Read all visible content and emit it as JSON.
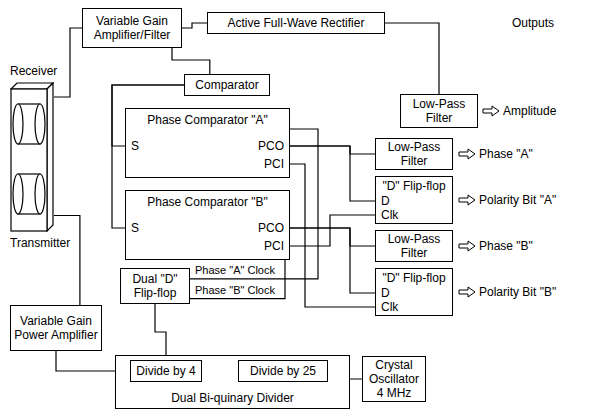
{
  "diagram": {
    "nodes": [
      {
        "text": [
          "Receiver",
          "Transmitter"
        ]
      },
      {
        "text": [
          "Variable Gain Amplifier/Filter"
        ]
      },
      {
        "text": [
          "Active Full-Wave Rectifier"
        ]
      },
      {
        "text": [
          "Comparator"
        ]
      },
      {
        "text": [
          "Phase Comparator \"A\"",
          "S",
          "PCO",
          "PCI"
        ]
      },
      {
        "text": [
          "Low-Pass Filter"
        ]
      },
      {
        "text": [
          "Low-Pass Filter"
        ]
      },
      {
        "text": [
          "\"D\" Flip-flop",
          "D",
          "Clk"
        ]
      },
      {
        "text": [
          "Phase Comparator \"B\"",
          "S",
          "PCO",
          "PCI"
        ]
      },
      {
        "text": [
          "Low-Pass Filter"
        ]
      },
      {
        "text": [
          "\"D\" Flip-flop",
          "D",
          "Clk"
        ]
      },
      {
        "text": [
          "Dual \"D\" Flip-flop"
        ]
      },
      {
        "text": [
          "Variable Gain Power Amplifier"
        ]
      },
      {
        "text": [
          "Dual Bi-quinary Divider"
        ]
      },
      {
        "text": [
          "Divide by 4"
        ],
        "in": 13
      },
      {
        "text": [
          "Divide by 25"
        ],
        "in": 13
      },
      {
        "text": [
          "Crystal Oscillator 4 MHz"
        ]
      }
    ],
    "edges": [
      {
        "from": 0,
        "to": 1,
        "arrow": "none"
      },
      {
        "from": 1,
        "to": 2,
        "arrow": "none"
      },
      {
        "from": 2,
        "to": 5,
        "arrow": "none"
      },
      {
        "from": 1,
        "to": 3,
        "arrow": "none"
      },
      {
        "from": 3,
        "to": 4,
        "arrow": "none"
      },
      {
        "from": 3,
        "to": 8,
        "arrow": "none"
      },
      {
        "from": 4,
        "to": 6,
        "arrow": "none"
      },
      {
        "from": 4,
        "to": 7,
        "arrow": "none"
      },
      {
        "from": 4,
        "to": 10,
        "arrow": "none"
      },
      {
        "from": 8,
        "to": 9,
        "arrow": "none"
      },
      {
        "from": 8,
        "to": 10,
        "arrow": "none"
      },
      {
        "from": 8,
        "to": 7,
        "arrow": "none"
      },
      {
        "from": 11,
        "to": 4,
        "label": "Phase \"A\" Clock",
        "arrow": "none"
      },
      {
        "from": 11,
        "to": 8,
        "label": "Phase \"B\" Clock",
        "arrow": "none"
      },
      {
        "from": 12,
        "to": 0,
        "arrow": "none"
      },
      {
        "from": 14,
        "to": 12,
        "arrow": "none"
      },
      {
        "from": 14,
        "to": 11,
        "arrow": "none"
      },
      {
        "from": 15,
        "to": 14,
        "arrow": "none"
      },
      {
        "from": 16,
        "to": 15,
        "arrow": "none"
      }
    ],
    "labels": [
      "Outputs",
      "Amplitude",
      "Phase \"A\"",
      "Polarity Bit \"A\"",
      "Phase \"B\"",
      "Polarity Bit \"B\""
    ]
  }
}
